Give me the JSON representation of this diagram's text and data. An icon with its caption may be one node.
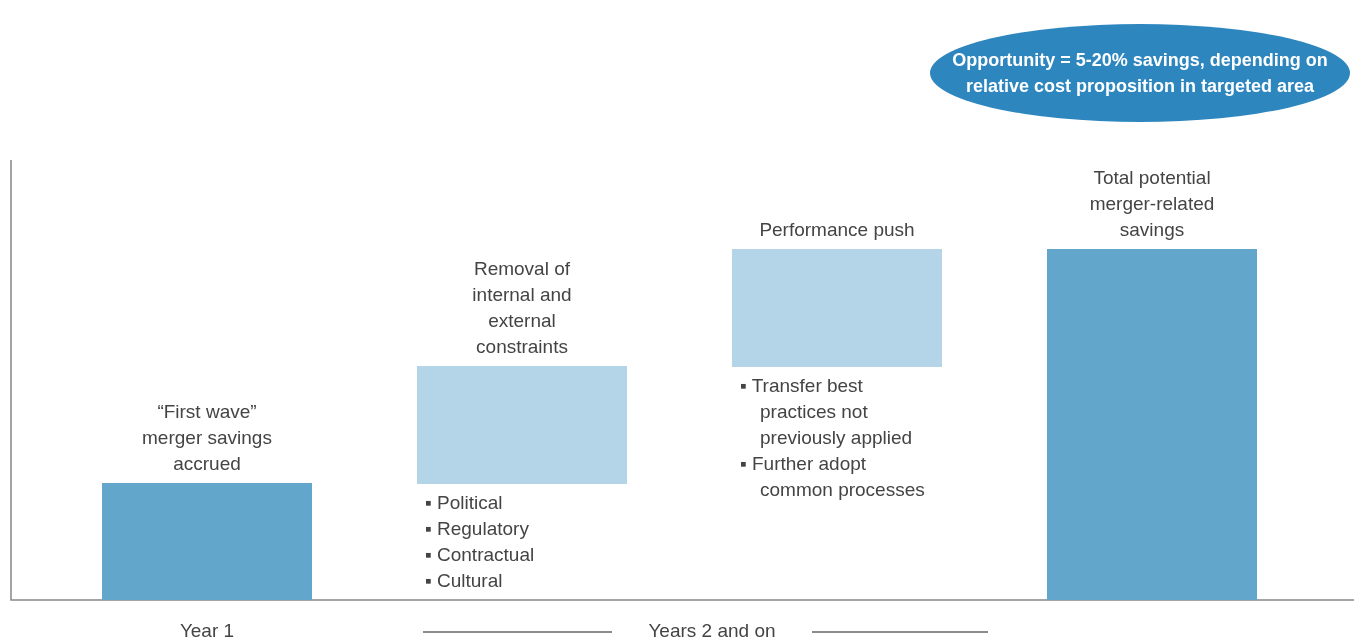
{
  "diagram": {
    "nodes": [
      {
        "text": [
          "Opportunity = 5-20% savings, depending on relative cost proposition in targeted area"
        ]
      },
      {
        "text": [
          "“First wave” merger savings accrued"
        ]
      },
      {
        "text": [
          "Removal of internal and external constraints"
        ],
        "beside": [
          "▪ Political",
          "▪ Regulatory",
          "▪ Contractual",
          "▪ Cultural"
        ]
      },
      {
        "text": [
          "Performance push"
        ],
        "beside": [
          "▪ Transfer best practices not previously applied",
          "▪ Further adopt common processes"
        ]
      },
      {
        "text": [
          "Total potential merger-related savings"
        ]
      }
    ],
    "labels": [
      "Year 1",
      "Years 2 and on"
    ]
  }
}
